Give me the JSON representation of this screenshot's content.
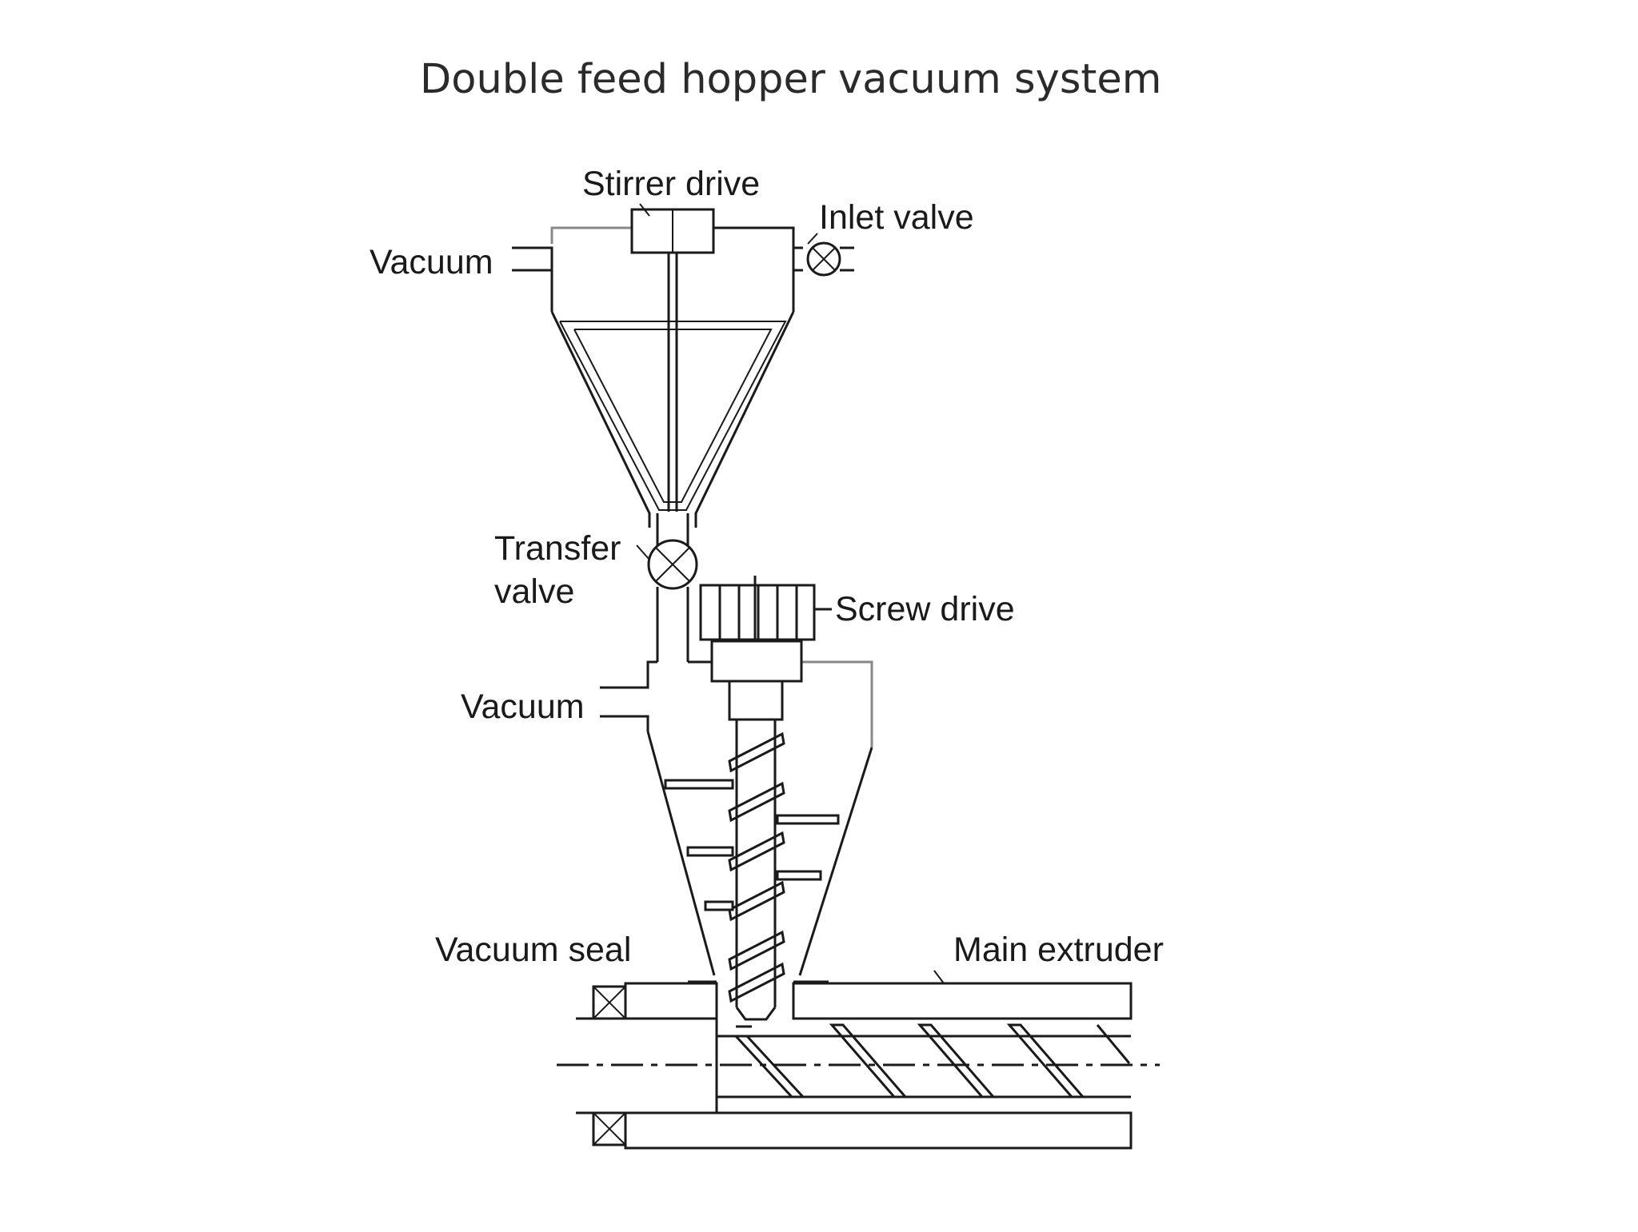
{
  "diagram": {
    "title": "Double feed hopper vacuum system",
    "labels": {
      "stirrer_drive": "Stirrer drive",
      "inlet_valve": "Inlet valve",
      "vacuum_top": "Vacuum",
      "transfer_valve_line1": "Transfer",
      "transfer_valve_line2": "valve",
      "screw_drive": "Screw drive",
      "vacuum_middle": "Vacuum",
      "vacuum_seal": "Vacuum seal",
      "main_extruder": "Main extruder"
    }
  }
}
